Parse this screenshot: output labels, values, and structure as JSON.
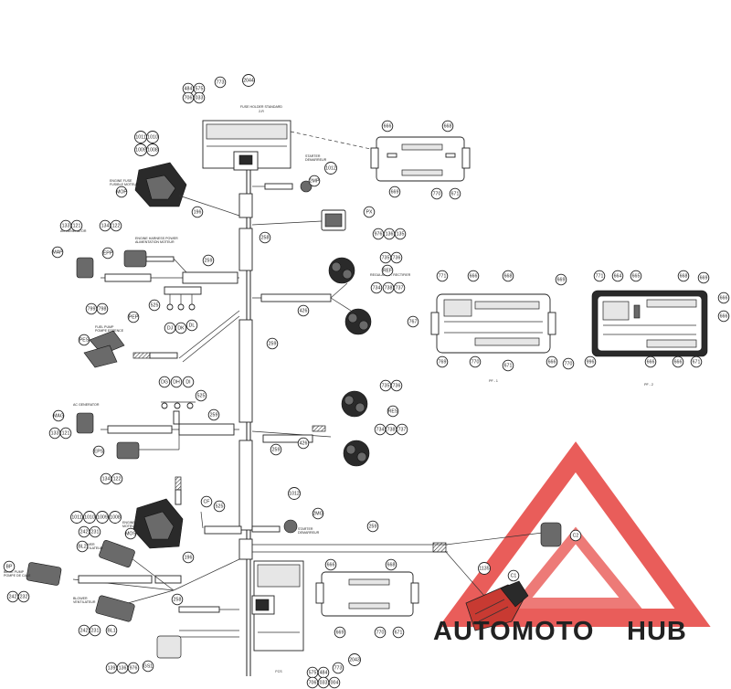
{
  "callouts": {
    "c773": "773",
    "c2044": "2044",
    "c484": "484",
    "c575": "575",
    "c706": "706",
    "c033": "033",
    "c1011": "1011",
    "c1010": "1010",
    "c1009": "1009",
    "c1008": "1008",
    "c196a": "196",
    "c1012a": "1012",
    "c2mp": "2MP",
    "cpx": "PX",
    "c976a": "976",
    "c136a": "136",
    "c135a": "135",
    "c133a": "133",
    "c121a": "121",
    "c134a": "134",
    "c122a": "122",
    "cmap": "MAP",
    "cepp": "EPP",
    "cmop": "MOP",
    "c258": "258",
    "c259a": "259",
    "c525a": "525",
    "cdj": "DJ",
    "cdk": "DK",
    "cdl": "DL",
    "c799": "799",
    "c798": "798",
    "cpep": "PEP",
    "cpes": "PES",
    "c735a": "735",
    "c736a": "736",
    "cref": "REF",
    "c734a": "734",
    "c738a": "738",
    "c737a": "737",
    "c426a": "426",
    "c259b": "259",
    "c259c": "259",
    "c259d": "259",
    "c259e": "259",
    "c426b": "426",
    "cdg": "DG",
    "cdh": "DH",
    "cdi": "DI",
    "c525b": "525",
    "cmag": "MAG",
    "c133b": "133",
    "c121b": "121",
    "ceps": "EPS",
    "c134b": "134",
    "c122b": "122",
    "c735b": "735",
    "c736b": "736",
    "cres": "RES",
    "c734b": "734",
    "c738b": "738",
    "c737b": "737",
    "c1011b": "1011",
    "c1010b": "1010",
    "c1009b": "1009",
    "c1008b": "1008",
    "cmos": "MOS",
    "c196b": "196",
    "ccf": "CF",
    "c525c": "525",
    "c1012b": "1012",
    "c2mg": "2MG",
    "c242a": "242",
    "c231a": "231",
    "cbl2": "BL2",
    "cbp": "BP",
    "c242b": "242",
    "c232": "232",
    "c242c": "242",
    "c231b": "231",
    "cbl1": "BL1",
    "c258b": "258",
    "c139": "139",
    "c136b": "136",
    "c976b": "976",
    "cgs1": "GS1",
    "c2043": "2043",
    "c773b": "773",
    "c575b": "575",
    "c484b": "484",
    "c706b": "706",
    "c033b": "033",
    "c004": "004",
    "c666a": "666",
    "c668a": "668",
    "c669a": "669",
    "c770a": "770",
    "c671a": "671",
    "c666b": "666",
    "c668b": "668",
    "c669b": "669",
    "c770b": "770",
    "c671b": "671",
    "c1135": "1135",
    "cc1": "C1",
    "cc2": "C2",
    "p1_771": "771",
    "p1_666": "666",
    "p1_668": "668",
    "p1_669": "669",
    "p1_767": "767",
    "p1_769": "769",
    "p1_770a": "770",
    "p1_671": "671",
    "p1_666b": "666",
    "p1_770b": "770",
    "p2_771": "771",
    "p2_664": "664",
    "p2_665": "665",
    "p2_668": "668",
    "p2_669": "669",
    "p2_666a": "666",
    "p2_666b": "666",
    "p2_996": "996",
    "p2_666c": "666",
    "p2_666d": "666",
    "p2_671": "671"
  },
  "labels": {
    "fuse_holder": "FUSE HOLDER STANDARD",
    "fuse_holder_sub": "2-R",
    "engine_fuse": "ENGINE FUSE",
    "engine_fuse_sub": "FUSIBLE MOTEUR",
    "engine_harness": "ENGINE HARNESS POWER",
    "engine_harness_sub": "ALIMENTATION MOTEUR",
    "ac_generator_top": "AC GENERATOR",
    "starter_top": "STARTER",
    "starter_top_sub": "DEMARREUR",
    "regulator": "REGULATOR - RECTIFIER",
    "fuel_pump": "FUEL PUMP",
    "fuel_pump_sub": "POMPE ESSENCE",
    "ac_generator_mid": "AC GENERATOR",
    "engine_motor": "ENGINE",
    "engine_motor_sub": "MOTEUR",
    "starter_bottom": "STARTER",
    "starter_bottom_sub": "DEMARREUR",
    "blower_top": "BLOWER",
    "blower_top_sub": "VENTILATEUR",
    "bilge_pump": "BILGE PUMP",
    "bilge_pump_sub": "POMPE DE CALE",
    "blower_bottom": "BLOWER",
    "blower_bottom_sub": "VENTILATEUR",
    "fcs": "FCS",
    "pf1": "PF - 1",
    "pf2": "PF - 2"
  },
  "watermark": {
    "part1": "AUTO",
    "part2": "MOTO",
    "part3": "HUB",
    "color_orange": "#f5b53c",
    "color_red": "#e5413d",
    "color_grey": "#7f8184"
  }
}
